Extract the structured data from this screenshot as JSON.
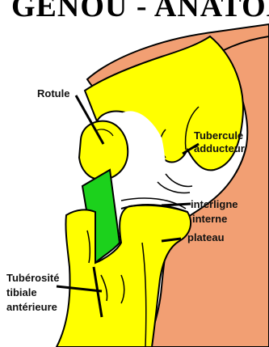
{
  "title": "GENOU - ANATOMIE",
  "labels": {
    "rotule": "Rotule",
    "tubercule": "Tubercule",
    "adducteur": "adducteur",
    "interligne": "interligne",
    "interne": "interne",
    "plateau": "plateau",
    "tuberosite": "Tubérosité",
    "tibiale": "tibiale",
    "anterieure": "antérieure"
  },
  "colors": {
    "bone": "#ffff00",
    "skin": "#f29f73",
    "ligament": "#1cd11c",
    "outline": "#000000",
    "background": "#ffffff"
  }
}
